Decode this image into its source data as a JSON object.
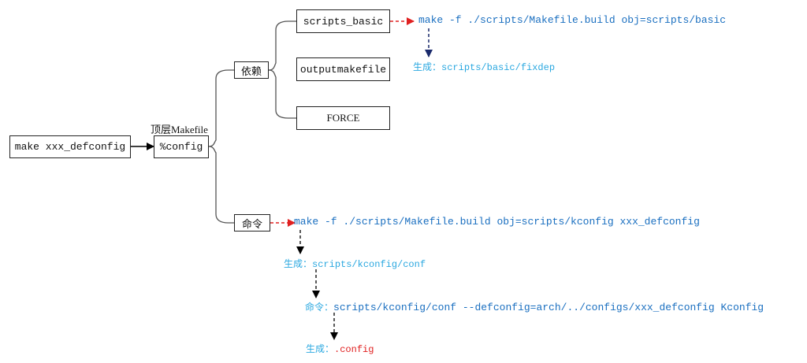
{
  "diagram": {
    "root": {
      "label": "make xxx_defconfig"
    },
    "target": {
      "caption": "顶层Makefile",
      "label": "%config"
    },
    "branches": {
      "deps": {
        "label": "依赖",
        "children": [
          "scripts_basic",
          "outputmakefile",
          "FORCE"
        ]
      },
      "cmd": {
        "label": "命令"
      }
    },
    "scripts_basic_flow": {
      "command": "make -f ./scripts/Makefile.build obj=scripts/basic",
      "output_prefix": "生成：",
      "output": "scripts/basic/fixdep"
    },
    "command_flow": {
      "command": "make -f ./scripts/Makefile.build obj=scripts/kconfig xxx_defconfig",
      "step1_prefix": "生成：",
      "step1": "scripts/kconfig/conf",
      "step2_prefix": "命令：",
      "step2": "scripts/kconfig/conf --defconfig=arch/../configs/xxx_defconfig Kconfig",
      "step3_prefix": "生成：",
      "step3": ".config"
    },
    "colors": {
      "command_text": "#1a6fc0",
      "generated_text": "#2ba8e0",
      "highlight": "#e02020",
      "red_arrow": "#e02020",
      "navy_arrow": "#1a2a6c",
      "black_arrow": "#000000"
    }
  }
}
